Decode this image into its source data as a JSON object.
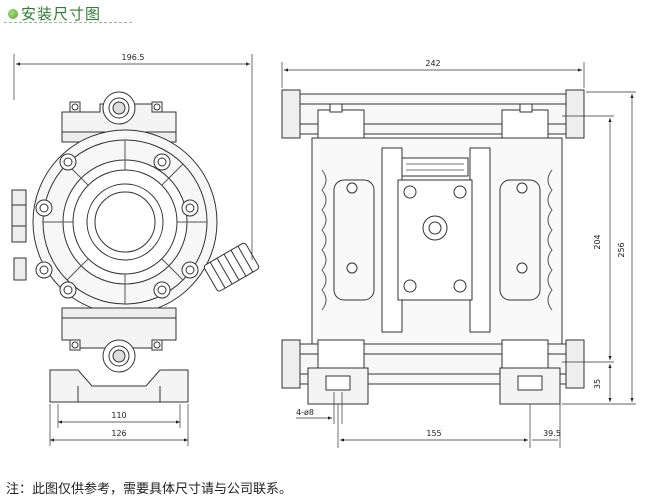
{
  "header": {
    "title": "安装尺寸图",
    "accent_color": "#2e7d32"
  },
  "front_view": {
    "overall_width": "196.5",
    "base_inner": "110",
    "base_outer": "126"
  },
  "side_view": {
    "overall_length": "242",
    "height_bolts": "204",
    "overall_height": "256",
    "foot_height": "35",
    "hole_spec": "4-ø8",
    "foot_spacing": "155",
    "foot_offset": "39.5"
  },
  "footer": {
    "note": "注：此图仅供参考，需要具体尺寸请与公司联系。"
  }
}
